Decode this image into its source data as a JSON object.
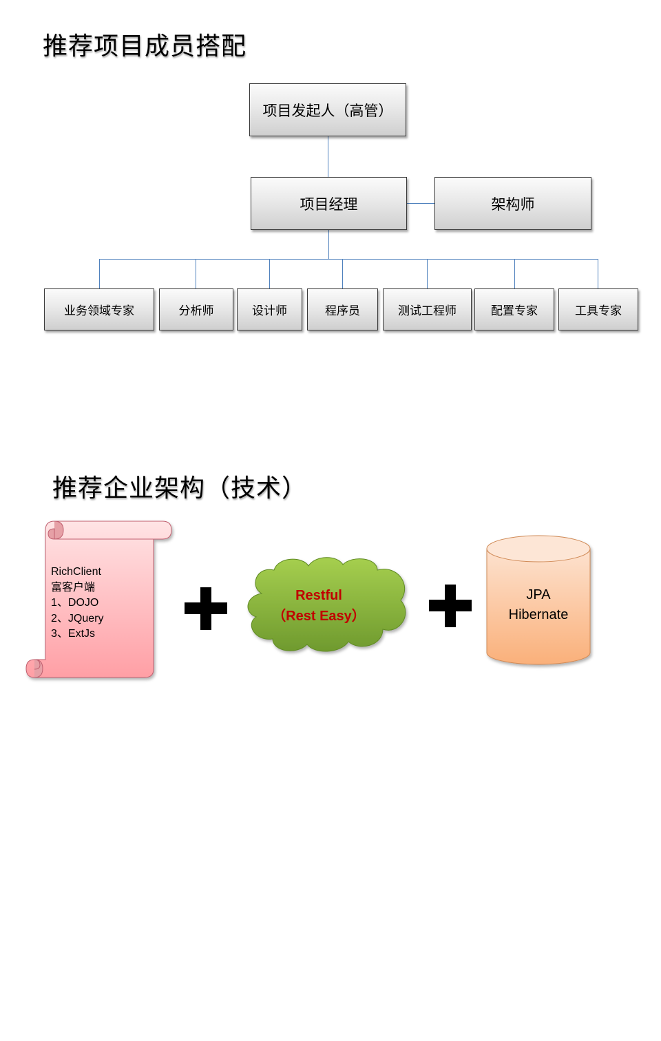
{
  "section1": {
    "title": "推荐项目成员搭配",
    "sponsor": "项目发起人（高管）",
    "pm": "项目经理",
    "architect": "架构师",
    "members": [
      "业务领域专家",
      "分析师",
      "设计师",
      "程序员",
      "测试工程师",
      "配置专家",
      "工具专家"
    ]
  },
  "section2": {
    "title": "推荐企业架构（技术）",
    "client": {
      "lines": [
        "RichClient",
        "富客户端",
        "1、DOJO",
        "2、JQuery",
        "3、ExtJs"
      ]
    },
    "service": {
      "lines": [
        "Restful",
        "（Rest Easy）"
      ]
    },
    "persistence": {
      "lines": [
        "JPA",
        "Hibernate"
      ]
    }
  },
  "colors": {
    "connector": "#4f81bd",
    "scroll_fill": "#ffb8bc",
    "cloud_fill": "#8fba3f",
    "cylinder_fill": "#fbb98a",
    "cloud_text": "#c00000"
  }
}
